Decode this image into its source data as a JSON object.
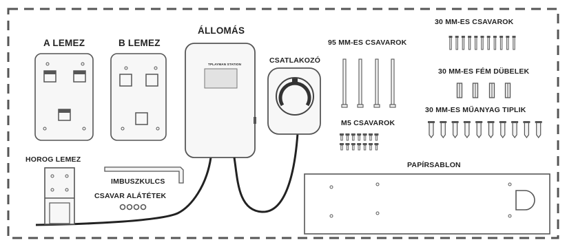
{
  "labels": {
    "a_lemez": "A LEMEZ",
    "b_lemez": "B LEMEZ",
    "allomas": "ÁLLOMÁS",
    "csatlakozo": "CSATLAKOZÓ",
    "screws_95": "95 MM-ES CSAVAROK",
    "screws_30": "30 MM-ES CSAVAROK",
    "dowels_metal_30": "30 MM-ES FÉM DÜBELEK",
    "plugs_plastic_30": "30 MM-ES MŰANYAG TIPLIK",
    "m5_screws": "M5 CSAVAROK",
    "horog_lemez": "HOROG LEMEZ",
    "imbuszkulcs": "IMBUSZKULCS",
    "csavar_alatetek": "CSAVAR ALÁTÉTEK",
    "papirsablon": "PAPÍRSABLON",
    "station_brand": "TPLAYMAN STATION"
  },
  "colors": {
    "ink": "#222222",
    "stroke": "#555555",
    "panel": "#f7f7f7",
    "window": "#e2e2e2"
  }
}
